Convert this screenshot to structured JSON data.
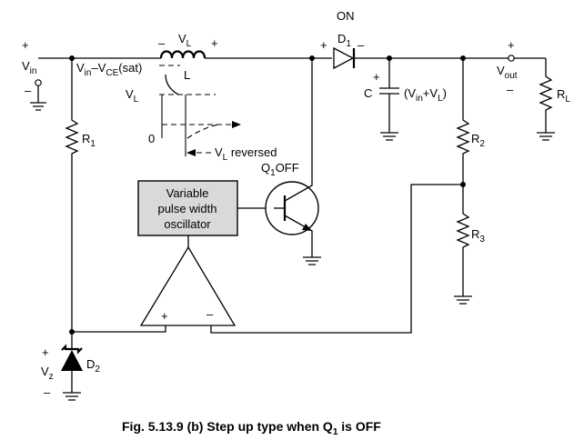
{
  "figure": {
    "caption_main": "Fig. 5.13.9 (b) Step up type when Q",
    "caption_sub": "1",
    "caption_tail": " is OFF"
  },
  "input": {
    "plus": "+",
    "minus": "–",
    "label_main": "V",
    "label_sub": "in"
  },
  "node": {
    "vin_main": "V",
    "vin_sub": "in",
    "dash": "–V",
    "vce_sub": "CE",
    "sat": "(sat)"
  },
  "inductor": {
    "minus": "–",
    "plus": "+",
    "vl_main": "V",
    "vl_sub": "L",
    "name": "L"
  },
  "waveform": {
    "level_main": "V",
    "level_sub": "L",
    "zero": "0",
    "reversed_main": "V",
    "reversed_sub": "L",
    "reversed_tail": " reversed"
  },
  "diode": {
    "state": "ON",
    "plus": "+",
    "minus": "–",
    "name_main": "D",
    "name_sub": "1"
  },
  "capacitor": {
    "plus": "+",
    "name": "C",
    "voltage_open": "(V",
    "voltage_in_sub": "in",
    "voltage_plus": "+V",
    "voltage_l_sub": "L",
    "voltage_close": ")"
  },
  "output": {
    "plus": "+",
    "minus": "–",
    "label_main": "V",
    "label_sub": "out"
  },
  "load": {
    "name_main": "R",
    "name_sub": "L"
  },
  "r1": {
    "name_main": "R",
    "name_sub": "1"
  },
  "r2": {
    "name_main": "R",
    "name_sub": "2"
  },
  "r3": {
    "name_main": "R",
    "name_sub": "3"
  },
  "transistor": {
    "name_main": "Q",
    "name_sub": "1",
    "state": "OFF"
  },
  "oscillator": {
    "line1": "Variable",
    "line2": "pulse width",
    "line3": "oscillator",
    "fill": "#d9d9d9"
  },
  "comparator": {
    "plus": "+",
    "minus": "–"
  },
  "zener": {
    "plus": "+",
    "minus": "–",
    "vz_main": "V",
    "vz_sub": "z",
    "name_main": "D",
    "name_sub": "2"
  }
}
